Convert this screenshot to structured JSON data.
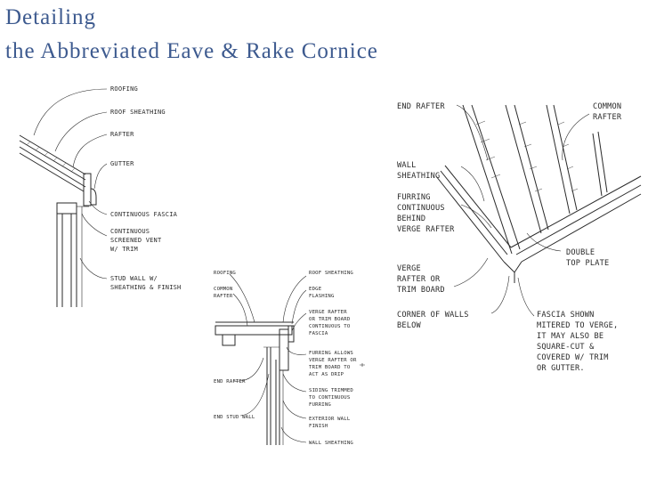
{
  "title": {
    "line1": "Detailing",
    "line2": "the  Abbreviated  Eave  &  Rake  Cornice"
  },
  "eave_detail": {
    "roofing": "ROOFING",
    "roof_sheathing": "ROOF SHEATHING",
    "rafter": "RAFTER",
    "gutter": "GUTTER",
    "continuous_fascia": "CONTINUOUS FASCIA",
    "vent": [
      "CONTINUOUS",
      "SCREENED VENT",
      "W/ TRIM"
    ],
    "stud_wall": [
      "STUD WALL W/",
      "SHEATHING & FINISH"
    ]
  },
  "rake_detail": {
    "roofing": "ROOFING",
    "common_rafter": [
      "COMMON",
      "RAFTER"
    ],
    "end_rafter": "END RAFTER",
    "end_stud_wall": "END STUD WALL",
    "roof_sheathing": "ROOF SHEATHING",
    "edge_flashing": [
      "EDGE",
      "FLASHING"
    ],
    "verge_rafter": [
      "VERGE RAFTER",
      "OR TRIM BOARD",
      "CONTINUOUS TO",
      "FASCIA"
    ],
    "furring_drip": [
      "FURRING ALLOWS",
      "VERGE RAFTER OR",
      "TRIM BOARD TO",
      "ACT AS DRIP"
    ],
    "siding": [
      "SIDING TRIMMED",
      "TO CONTINUOUS",
      "FURRING"
    ],
    "exterior_wall": [
      "EXTERIOR WALL",
      "FINISH"
    ],
    "wall_sheathing": "WALL SHEATHING"
  },
  "corner_detail": {
    "end_rafter": "END RAFTER",
    "common_rafter": [
      "COMMON",
      "RAFTER"
    ],
    "wall_sheathing": [
      "WALL",
      "SHEATHING"
    ],
    "furring": [
      "FURRING",
      "CONTINUOUS",
      "BEHIND",
      "VERGE RAFTER"
    ],
    "double_top_plate": [
      "DOUBLE",
      "TOP PLATE"
    ],
    "verge_rafter": [
      "VERGE",
      "RAFTER OR",
      "TRIM BOARD"
    ],
    "corner_of_walls": [
      "CORNER OF WALLS",
      "BELOW"
    ],
    "fascia_note": [
      "FASCIA SHOWN",
      "MITERED TO VERGE,",
      "IT MAY ALSO BE",
      "SQUARE-CUT &",
      "COVERED W/ TRIM",
      "OR GUTTER."
    ]
  }
}
